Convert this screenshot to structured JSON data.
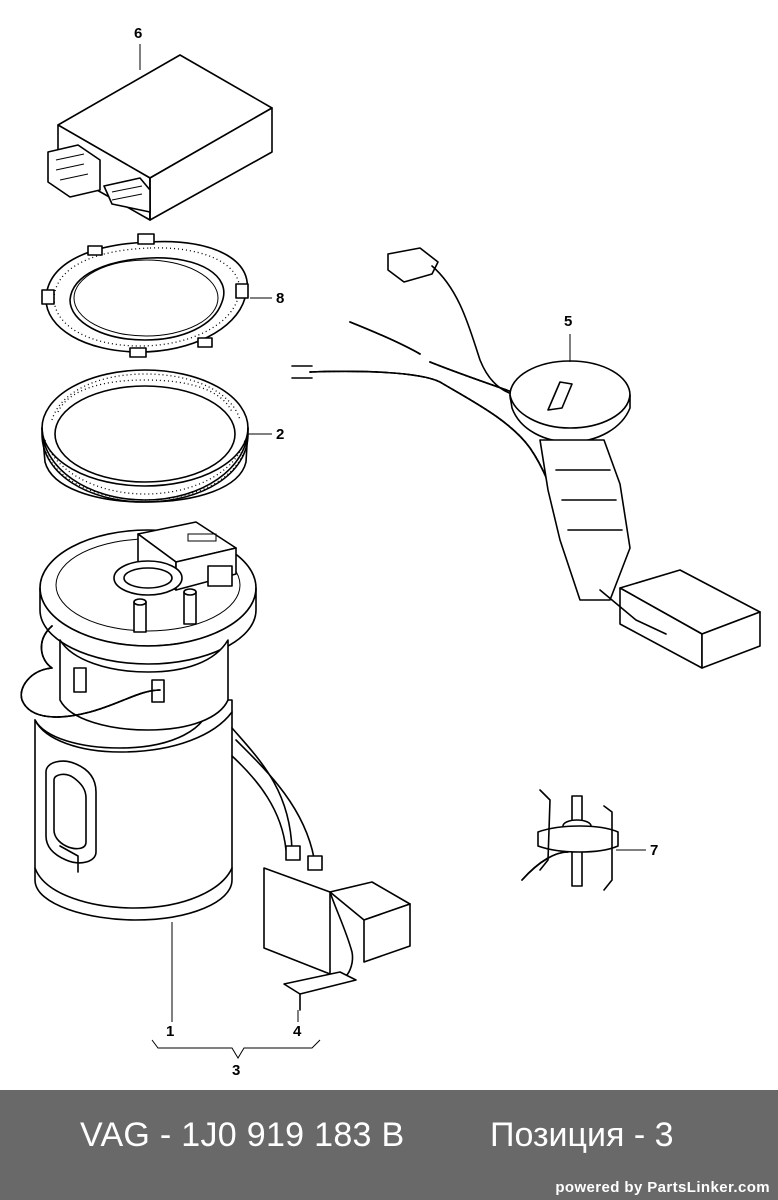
{
  "callouts": {
    "c1": "1",
    "c2": "2",
    "c3": "3",
    "c4": "4",
    "c5": "5",
    "c6": "6",
    "c7": "7",
    "c8": "8"
  },
  "footer": {
    "part_number": "VAG - 1J0 919 183 B",
    "position": "Позиция - 3",
    "credit": "powered by PartsLinker.com"
  },
  "colors": {
    "footer_bg": "#696969",
    "footer_text": "#ffffff",
    "line": "#000000"
  }
}
